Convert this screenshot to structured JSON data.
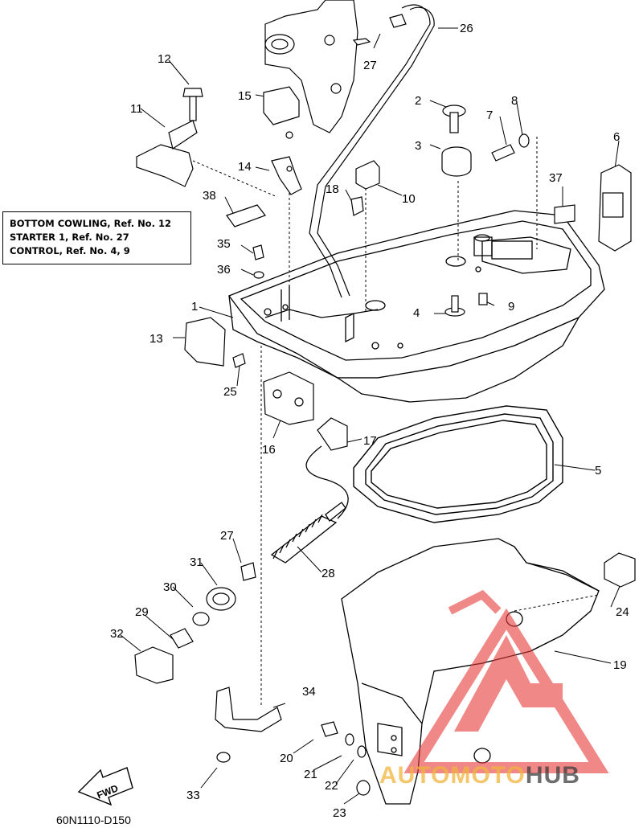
{
  "reference_box": {
    "lines": [
      "BOTTOM COWLING, Ref. No. 12",
      "STARTER 1, Ref. No. 27",
      "CONTROL, Ref. No. 4, 9"
    ]
  },
  "callouts": [
    "1",
    "2",
    "3",
    "4",
    "5",
    "6",
    "7",
    "8",
    "9",
    "10",
    "11",
    "12",
    "13",
    "14",
    "15",
    "16",
    "17",
    "18",
    "19",
    "20",
    "21",
    "22",
    "23",
    "24",
    "25",
    "26",
    "27",
    "27",
    "28",
    "29",
    "30",
    "31",
    "32",
    "33",
    "34",
    "35",
    "36",
    "37",
    "38"
  ],
  "fwd_arrow_label": "FWD",
  "footer_code": "60N1110-D150",
  "watermark": {
    "part_a": "AUTOMOTO",
    "part_b": "HUB"
  },
  "colors": {
    "line": "#000000",
    "watermark_red": "#e83a3a",
    "watermark_orange": "#f0b43c"
  }
}
